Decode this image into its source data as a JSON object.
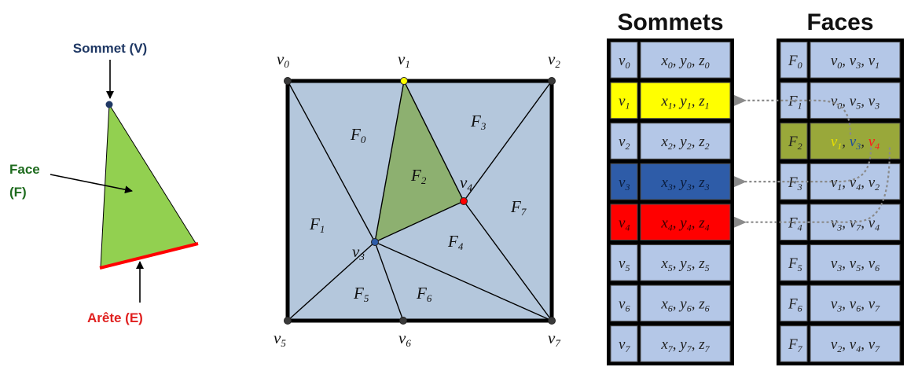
{
  "colors": {
    "face_green": "#92d050",
    "face_green_dark": "#8db070",
    "edge_red": "#ff0000",
    "vertex_navy": "#1f3864",
    "label_green": "#1e6b1e",
    "label_red": "#e0201f",
    "mesh_fill": "#b4c7dc",
    "cell_fill": "#b4c7e7",
    "hl_yellow": "#ffff00",
    "hl_blue": "#2e5ca8",
    "hl_red": "#ff0000",
    "hl_olive": "#99a83a",
    "table_border": "#000000"
  },
  "left_diagram": {
    "vertex_label": "Sommet (V)",
    "face_label_line1": "Face",
    "face_label_line2": "(F)",
    "edge_label": "Arête (E)"
  },
  "mesh": {
    "vertices": [
      {
        "id": "v0",
        "base": "v",
        "sub": "0"
      },
      {
        "id": "v1",
        "base": "v",
        "sub": "1"
      },
      {
        "id": "v2",
        "base": "v",
        "sub": "2"
      },
      {
        "id": "v3",
        "base": "v",
        "sub": "3"
      },
      {
        "id": "v4",
        "base": "v",
        "sub": "4"
      },
      {
        "id": "v5",
        "base": "v",
        "sub": "5"
      },
      {
        "id": "v6",
        "base": "v",
        "sub": "6"
      },
      {
        "id": "v7",
        "base": "v",
        "sub": "7"
      }
    ],
    "faces": [
      {
        "id": "F0",
        "base": "F",
        "sub": "0"
      },
      {
        "id": "F1",
        "base": "F",
        "sub": "1"
      },
      {
        "id": "F2",
        "base": "F",
        "sub": "2"
      },
      {
        "id": "F3",
        "base": "F",
        "sub": "3"
      },
      {
        "id": "F4",
        "base": "F",
        "sub": "4"
      },
      {
        "id": "F5",
        "base": "F",
        "sub": "5"
      },
      {
        "id": "F6",
        "base": "F",
        "sub": "6"
      },
      {
        "id": "F7",
        "base": "F",
        "sub": "7"
      }
    ]
  },
  "tables": {
    "vertices_title": "Sommets",
    "faces_title": "Faces",
    "vertex_rows": [
      {
        "label": "v",
        "sub": "0",
        "coords": [
          [
            "x",
            "0"
          ],
          [
            "y",
            "0"
          ],
          [
            "z",
            "0"
          ]
        ]
      },
      {
        "label": "v",
        "sub": "1",
        "coords": [
          [
            "x",
            "1"
          ],
          [
            "y",
            "1"
          ],
          [
            "z",
            "1"
          ]
        ]
      },
      {
        "label": "v",
        "sub": "2",
        "coords": [
          [
            "x",
            "2"
          ],
          [
            "y",
            "2"
          ],
          [
            "z",
            "2"
          ]
        ]
      },
      {
        "label": "v",
        "sub": "3",
        "coords": [
          [
            "x",
            "3"
          ],
          [
            "y",
            "3"
          ],
          [
            "z",
            "3"
          ]
        ]
      },
      {
        "label": "v",
        "sub": "4",
        "coords": [
          [
            "x",
            "4"
          ],
          [
            "y",
            "4"
          ],
          [
            "z",
            "4"
          ]
        ]
      },
      {
        "label": "v",
        "sub": "5",
        "coords": [
          [
            "x",
            "5"
          ],
          [
            "y",
            "5"
          ],
          [
            "z",
            "5"
          ]
        ]
      },
      {
        "label": "v",
        "sub": "6",
        "coords": [
          [
            "x",
            "6"
          ],
          [
            "y",
            "6"
          ],
          [
            "z",
            "6"
          ]
        ]
      },
      {
        "label": "v",
        "sub": "7",
        "coords": [
          [
            "x",
            "7"
          ],
          [
            "y",
            "7"
          ],
          [
            "z",
            "7"
          ]
        ]
      }
    ],
    "face_rows": [
      {
        "label": "F",
        "sub": "0",
        "refs": [
          [
            "v",
            "0"
          ],
          [
            "v",
            "3"
          ],
          [
            "v",
            "1"
          ]
        ]
      },
      {
        "label": "F",
        "sub": "1",
        "refs": [
          [
            "v",
            "0"
          ],
          [
            "v",
            "5"
          ],
          [
            "v",
            "3"
          ]
        ]
      },
      {
        "label": "F",
        "sub": "2",
        "refs": [
          [
            "v",
            "1"
          ],
          [
            "v",
            "3"
          ],
          [
            "v",
            "4"
          ]
        ]
      },
      {
        "label": "F",
        "sub": "3",
        "refs": [
          [
            "v",
            "1"
          ],
          [
            "v",
            "4"
          ],
          [
            "v",
            "2"
          ]
        ]
      },
      {
        "label": "F",
        "sub": "4",
        "refs": [
          [
            "v",
            "3"
          ],
          [
            "v",
            "7"
          ],
          [
            "v",
            "4"
          ]
        ]
      },
      {
        "label": "F",
        "sub": "5",
        "refs": [
          [
            "v",
            "3"
          ],
          [
            "v",
            "5"
          ],
          [
            "v",
            "6"
          ]
        ]
      },
      {
        "label": "F",
        "sub": "6",
        "refs": [
          [
            "v",
            "3"
          ],
          [
            "v",
            "6"
          ],
          [
            "v",
            "7"
          ]
        ]
      },
      {
        "label": "F",
        "sub": "7",
        "refs": [
          [
            "v",
            "2"
          ],
          [
            "v",
            "4"
          ],
          [
            "v",
            "7"
          ]
        ]
      }
    ]
  }
}
